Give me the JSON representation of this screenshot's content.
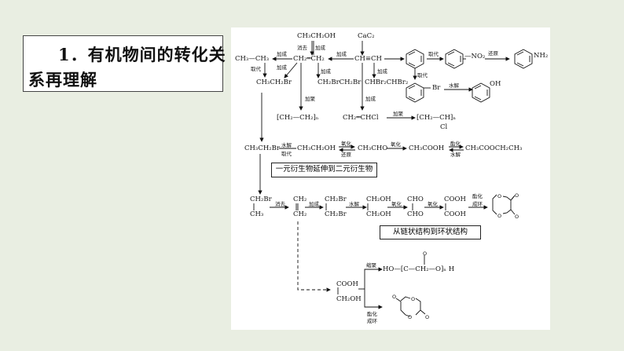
{
  "title": {
    "line1": "1．有机物间的转化关",
    "line2": "系再理解"
  },
  "diagram": {
    "ethanol_top": "CH₃CH₂OH",
    "elim_top": "消去",
    "add_top": "加成",
    "cac2": "CaC₂",
    "ethane": "CH₃—CH₃",
    "add_ethane": "加成",
    "ethylene": "CH₂═CH₂",
    "add_acetylene": "加成",
    "acetylene": "CH≡CH",
    "subst_nitro": "取代",
    "nitro": "—NO₂",
    "reduce": "还原",
    "nh2": "NH₂",
    "subst_left": "取代",
    "add_br": "加成",
    "ethyl_bromide": "CH₃CH₂Br",
    "add_br2": "加成",
    "dibromoethane": "CH₂BrCH₂Br",
    "add_tetra": "加成",
    "tetrabromo": "CHBr₂CHBr₂",
    "subst_br": "取代",
    "br": "Br",
    "hydrolysis_phenol": "水解",
    "oh": "OH",
    "polymerize_pe": "加聚",
    "add_vc": "加成",
    "polyethylene": "[CH₂—CH₂]ₙ",
    "vinyl_chloride": "CH₂═CHCl",
    "polymerize_pvc": "加聚",
    "pvc": "[CH₂—CH]ₙ",
    "pvc_cl": "Cl",
    "r2_ethyl_bromide": "CH₃CH₂Br",
    "r2_hydrolysis": "水解",
    "r2_subst": "取代",
    "r2_ethanol": "CH₃CH₂OH",
    "r2_ox": "氧化",
    "r2_red": "还原",
    "r2_acetaldehyde": "CH₃CHO",
    "r2_ox2": "氧化",
    "r2_acetic": "CH₃COOH",
    "r2_ester": "酯化",
    "r2_hydro2": "水解",
    "r2_ethyl_acetate": "CH₃COOCH₂CH₃",
    "box1": "一元衍生物延伸到二元衍生物",
    "r3_ch2br": "CH₂Br",
    "r3_ch3": "CH₃",
    "r3_elim": "消去",
    "r3_ch2a": "CH₂",
    "r3_ch2b": "CH₂",
    "r3_add": "加成",
    "r3_br1": "CH₂Br",
    "r3_br2": "CH₂Br",
    "r3_hydro": "水解",
    "r3_oh1": "CH₂OH",
    "r3_oh2": "CH₂OH",
    "r3_ox": "氧化",
    "r3_cho1": "CHO",
    "r3_cho2": "CHO",
    "r3_ox2": "氧化",
    "r3_cooh1": "COOH",
    "r3_cooh2": "COOH",
    "r3_ester": "酯化",
    "r3_ring": "成环",
    "ring_o": "O",
    "box2": "从链状结构到环状结构",
    "r4_cooh": "COOH",
    "r4_ch2oh": "CH₂OH",
    "r4_condense": "缩聚",
    "r4_polyester": "HO—[C—CH₂—O]ₙ H",
    "r4_o": "O",
    "r4_ester": "酯化",
    "r4_ring": "成环"
  }
}
